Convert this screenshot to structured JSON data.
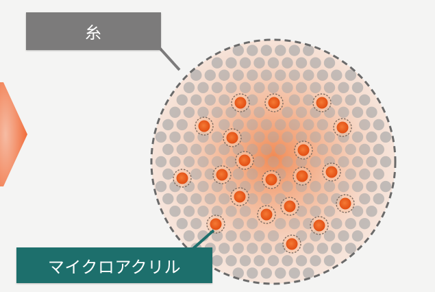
{
  "labels": {
    "thread": "糸",
    "micro_acrylic": "マイクロアクリル"
  },
  "colors": {
    "background": "#f4f4f3",
    "thread_label_bg": "#7c7b7b",
    "micro_label_bg": "#1d6f6c",
    "gray_dot": "#a8a8a8",
    "orange_dot": "#e5571a",
    "glow": "#f07a3c",
    "outline": "#6a6a6a",
    "arrow": "#f06a2e"
  },
  "icons": {
    "left_arrow": "right-pointing-orange-arrow",
    "thread_cross_section": "dashed-circle"
  }
}
